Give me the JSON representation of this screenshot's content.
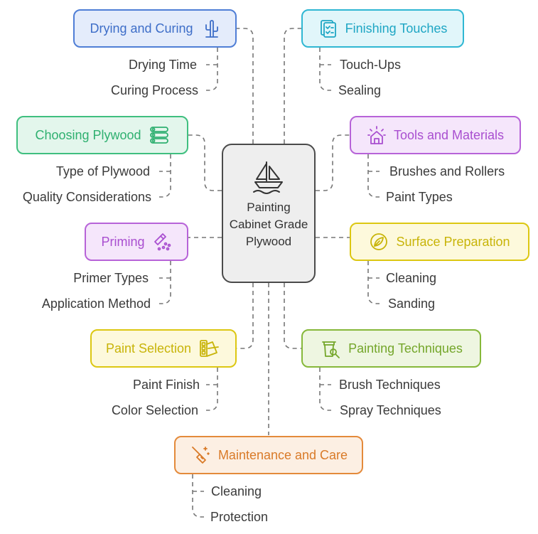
{
  "center": {
    "title": "Painting Cabinet Grade Plywood",
    "icon": "sailboat-icon"
  },
  "colors": {
    "blue": {
      "border": "#4f7ed6",
      "fill": "#e4ecfb",
      "text": "#3e6ec8"
    },
    "cyan": {
      "border": "#2fb7d3",
      "fill": "#e1f6fa",
      "text": "#1ea6c4"
    },
    "green": {
      "border": "#3fbf7f",
      "fill": "#e3f6ec",
      "text": "#2fb070"
    },
    "purple": {
      "border": "#b763d8",
      "fill": "#f5e6fb",
      "text": "#a94fd0"
    },
    "yellow": {
      "border": "#dcc712",
      "fill": "#fdf9dc",
      "text": "#c8b408"
    },
    "lime": {
      "border": "#86b83a",
      "fill": "#eef6e1",
      "text": "#74a62a"
    },
    "orange": {
      "border": "#e48a3b",
      "fill": "#fcefe3",
      "text": "#d97a28"
    },
    "line": "#777777",
    "subtext": "#3a3a3a"
  },
  "topics": {
    "drying": {
      "label": "Drying and Curing",
      "icon": "cactus-icon",
      "items": [
        "Drying Time",
        "Curing Process"
      ]
    },
    "finishing": {
      "label": "Finishing Touches",
      "icon": "checklist-icon",
      "items": [
        "Touch-Ups",
        "Sealing"
      ]
    },
    "plywood": {
      "label": "Choosing Plywood",
      "icon": "wood-logs-icon",
      "items": [
        "Type of Plywood",
        "Quality Considerations"
      ]
    },
    "tools": {
      "label": "Tools and Materials",
      "icon": "house-sparkle-icon",
      "items": [
        "Brushes and Rollers",
        "Paint Types"
      ]
    },
    "priming": {
      "label": "Priming",
      "icon": "spray-icon",
      "items": [
        "Primer Types",
        "Application Method"
      ]
    },
    "surface": {
      "label": "Surface Preparation",
      "icon": "leaf-circle-icon",
      "items": [
        "Cleaning",
        "Sanding"
      ]
    },
    "paint": {
      "label": "Paint Selection",
      "icon": "color-swatch-icon",
      "items": [
        "Paint Finish",
        "Color Selection"
      ]
    },
    "techniques": {
      "label": "Painting Techniques",
      "icon": "paint-bucket-icon",
      "items": [
        "Brush Techniques",
        "Spray Techniques"
      ]
    },
    "maintenance": {
      "label": "Maintenance and Care",
      "icon": "broom-icon",
      "items": [
        "Cleaning",
        "Protection"
      ]
    }
  }
}
